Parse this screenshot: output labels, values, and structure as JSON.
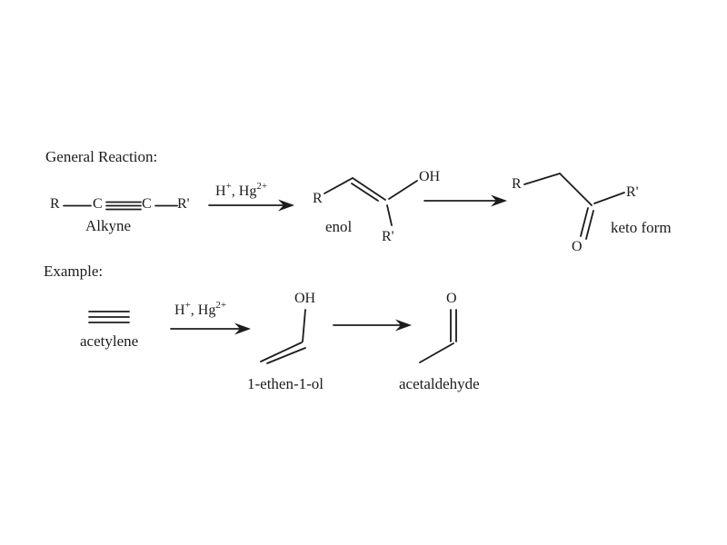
{
  "page": {
    "background_color": "#ffffff",
    "ink_color": "#1c1c1c"
  },
  "general_reaction": {
    "heading": "General Reaction:",
    "alkyne": {
      "r": "R",
      "c1": "C",
      "c2": "C",
      "r_prime": "R'",
      "label": "Alkyne"
    },
    "catalyst": {
      "h": "H",
      "h_sup": "+",
      "sep": ", Hg",
      "hg_sup": "2+"
    },
    "enol": {
      "r": "R",
      "oh": "OH",
      "r_prime": "R'",
      "label": "enol"
    },
    "keto": {
      "r": "R",
      "r_prime": "R'",
      "o": "O",
      "label": "keto form"
    }
  },
  "example": {
    "heading": "Example:",
    "acetylene": {
      "label": "acetylene"
    },
    "catalyst": {
      "h": "H",
      "h_sup": "+",
      "sep": ", Hg",
      "hg_sup": "2+"
    },
    "enol": {
      "oh": "OH",
      "label": "1-ethen-1-ol"
    },
    "aldehyde": {
      "o": "O",
      "label": "acetaldehyde"
    }
  }
}
